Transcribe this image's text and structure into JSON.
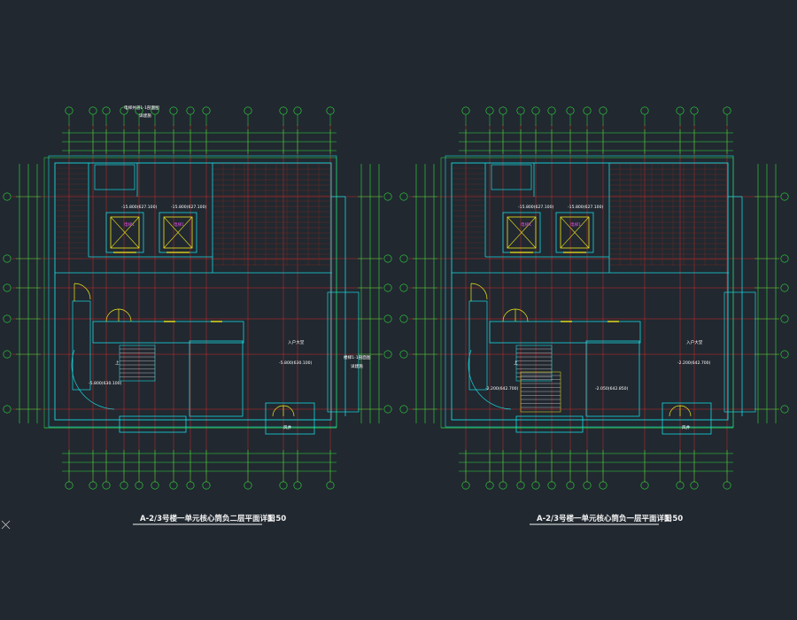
{
  "colors": {
    "background": "#212830",
    "wall": "#17d9e0",
    "grid_axis": "#e52a2a",
    "dimension": "#2fe23c",
    "door": "#f2e61a",
    "annotation": "#ffffff",
    "hatch": "#6b2a22",
    "elevator_label": "#e04ce0"
  },
  "ucs_icon": "ucs-cross-icon",
  "drawings": [
    {
      "title": "A-2/3号楼一单元核心筒负二层平面详图",
      "scale": "1:50",
      "callout_top": "电梯井道1-1剖面图",
      "callout_top_sub": "详建施",
      "callout_right": "楼梯1-1剖面图",
      "callout_right_sub": "详建施",
      "entry_label": "入户大堂",
      "level_lobby": "-5.800(630.100)",
      "level_stair": "-5.800(630.100)",
      "stair_up": "上",
      "room_label": "风井",
      "elevator_tag": "电梯1",
      "elevator_note": "-15.800(627.100)"
    },
    {
      "title": "A-2/3号楼一单元核心筒负一层平面详图",
      "scale": "1:50",
      "entry_label": "入户大堂",
      "level_lobby": "-2.200(642.700)",
      "level_stair": "-2.200(642.700)",
      "level_mid": "-2.050(642.850)",
      "stair_up": "上",
      "room_label": "风井",
      "elevator_tag": "电梯1",
      "elevator_note": "-15.800(627.100)"
    }
  ]
}
